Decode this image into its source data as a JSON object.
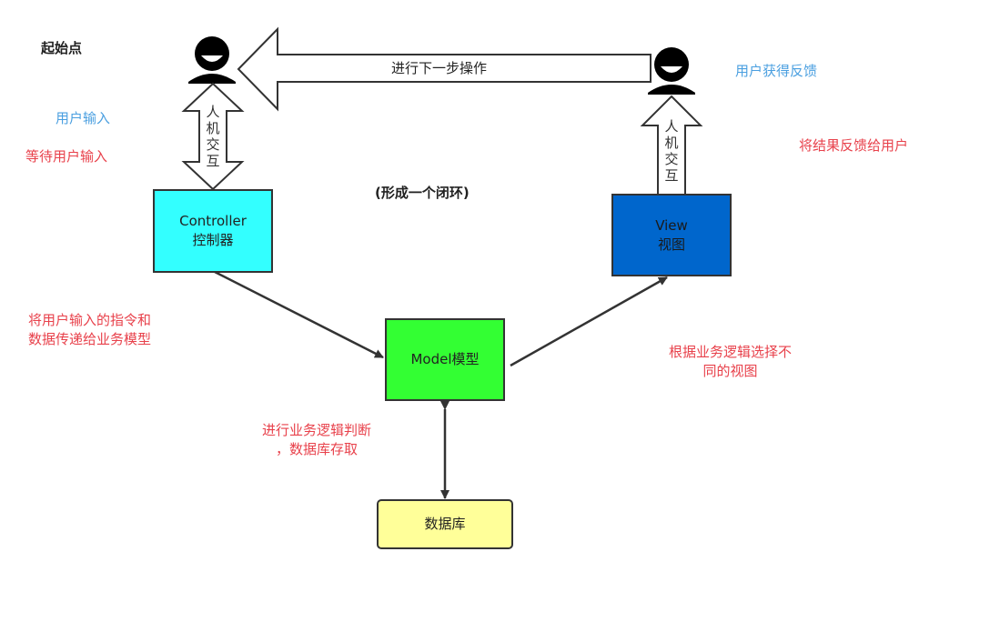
{
  "labels": {
    "start_point": "起始点",
    "user_input": "用户输入",
    "wait_input": "等待用户输入",
    "user_feedback": "用户获得反馈",
    "return_result": "将结果反馈给用户",
    "closed_loop": "(形成一个闭环)",
    "next_step": "进行下一步操作",
    "controller_to_model_line1": "将用户输入的指令和",
    "controller_to_model_line2": "数据传递给业务模型",
    "model_to_view_line1": "根据业务逻辑选择不",
    "model_to_view_line2": "同的视图",
    "model_db_line1": "进行业务逻辑判断",
    "model_db_line2": "，数据库存取"
  },
  "interaction": {
    "chars": [
      "人",
      "机",
      "交",
      "互"
    ]
  },
  "nodes": {
    "controller": {
      "line1": "Controller",
      "line2": "控制器",
      "fill": "#33ffff"
    },
    "view": {
      "line1": "View",
      "line2": "视图",
      "fill": "#0066cc"
    },
    "model": {
      "label": "Model模型",
      "fill": "#33ff33"
    },
    "database": {
      "label": "数据库",
      "fill": "#ffff99"
    }
  },
  "icons": {
    "user_left": "user-icon",
    "user_right": "user-icon"
  }
}
